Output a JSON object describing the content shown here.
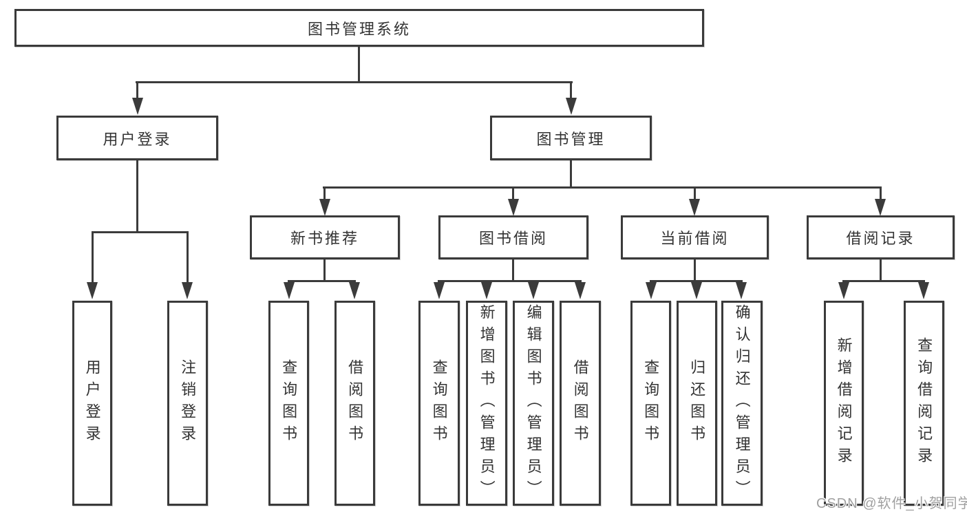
{
  "diagram": {
    "root": {
      "label": "图书管理系统"
    },
    "level2": [
      {
        "id": "user-login",
        "label": "用户登录"
      },
      {
        "id": "book-mgmt",
        "label": "图书管理"
      }
    ],
    "level3": [
      {
        "id": "new-book-recommend",
        "parent": "图书管理",
        "label": "新书推荐"
      },
      {
        "id": "book-borrow",
        "parent": "图书管理",
        "label": "图书借阅"
      },
      {
        "id": "current-borrow",
        "parent": "图书管理",
        "label": "当前借阅"
      },
      {
        "id": "borrow-records",
        "parent": "图书管理",
        "label": "借阅记录"
      }
    ],
    "leaves": [
      {
        "parent": "用户登录",
        "label": "用户登录"
      },
      {
        "parent": "用户登录",
        "label": "注销登录"
      },
      {
        "parent": "新书推荐",
        "label": "查询图书"
      },
      {
        "parent": "新书推荐",
        "label": "借阅图书"
      },
      {
        "parent": "图书借阅",
        "label": "查询图书"
      },
      {
        "parent": "图书借阅",
        "label": "新增图书（管理员）"
      },
      {
        "parent": "图书借阅",
        "label": "编辑图书（管理员）"
      },
      {
        "parent": "图书借阅",
        "label": "借阅图书"
      },
      {
        "parent": "当前借阅",
        "label": "查询图书"
      },
      {
        "parent": "当前借阅",
        "label": "归还图书"
      },
      {
        "parent": "当前借阅",
        "label": "确认归还（管理员）"
      },
      {
        "parent": "借阅记录",
        "label": "新增借阅记录"
      },
      {
        "parent": "借阅记录",
        "label": "查询借阅记录"
      }
    ],
    "watermark": "CSDN @软件_小贺同学",
    "colors": {
      "line": "#3b3b3b",
      "text": "#333333",
      "watermark": "#969696",
      "background": "#ffffff"
    }
  }
}
